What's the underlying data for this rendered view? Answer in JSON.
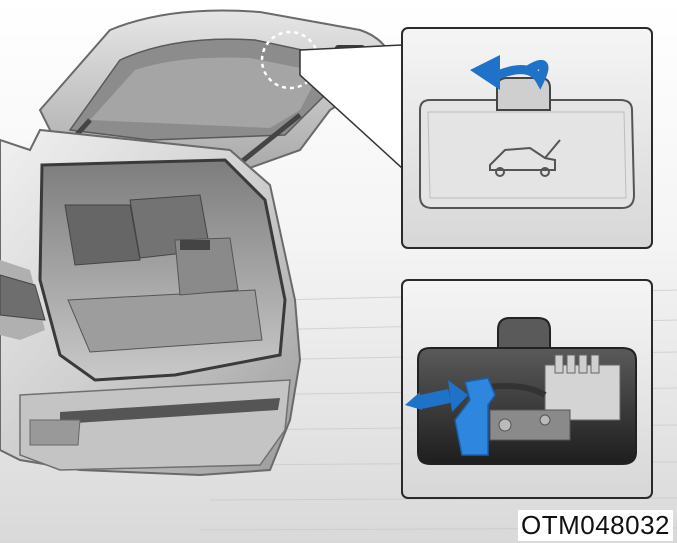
{
  "figure_code": "OTM048032",
  "palette": {
    "background_top": "#ffffff",
    "floor_light": "#e8e8e8",
    "car_body": "#d8d8d8",
    "car_shadow": "#8a8a8a",
    "panel_bg": "#ededed",
    "panel_border": "#2a2a2a",
    "arrow_blue": "#1e73c8",
    "lever_blue": "#2e86de"
  },
  "illustration": {
    "main": "suv-rear-open-tailgate",
    "detail_top": "tailgate-cover-removal",
    "detail_bottom": "emergency-release-lever"
  },
  "icons": {
    "cover_symbol": "car-tailgate-open-icon",
    "top_arrow": "curved-arrow-icon",
    "bottom_arrow": "push-arrow-icon"
  }
}
